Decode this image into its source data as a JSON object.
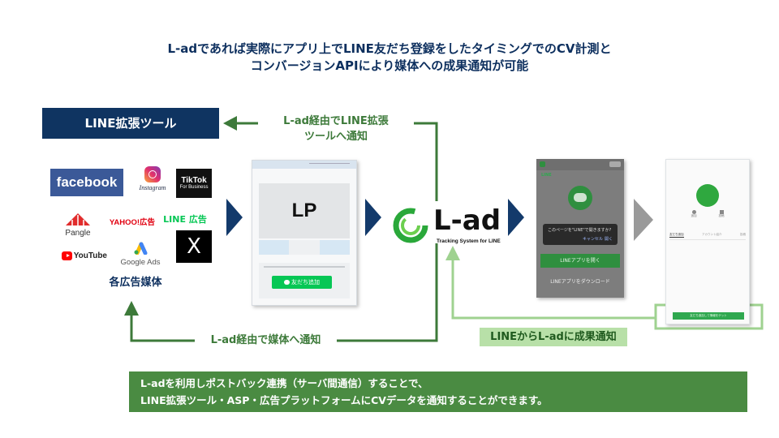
{
  "headline": {
    "line1": "L-adであれば実際にアプリ上でLINE友だち登録をしたタイミングでのCV計測と",
    "line2": "コンバージョンAPIにより媒体への成果通知が可能"
  },
  "line_tool_label": "LINE拡張ツール",
  "notify_line_tool": {
    "line1": "L-ad経由でLINE拡張",
    "line2": "ツールへ通知"
  },
  "media": {
    "facebook": "facebook",
    "instagram": "Instagram",
    "tiktok_line1": "TikTok",
    "tiktok_line2": "For Business",
    "pangle": "Pangle",
    "yahoo": "YAHOO!広告",
    "line_ad": "LINE 広告",
    "x": "X",
    "youtube": "YouTube",
    "google_ads": "Google Ads",
    "caption": "各広告媒体"
  },
  "lp": {
    "label": "LP",
    "button": "友だち追加"
  },
  "lad_logo": {
    "name": "L-ad",
    "tagline": "Tracking System for LINE"
  },
  "phone1": {
    "app": "LINE",
    "dialog": "このページを\"LINE\"で開きますか?",
    "cancel": "キャンセル",
    "open": "開く",
    "open_app": "LINEアプリを開く",
    "download": "LINEアプリをダウンロード"
  },
  "phone2": {
    "tab1": "友だち追加",
    "tab2": "アカウント紹介",
    "tab3": "投稿",
    "action_left": "追加",
    "action_right": "投稿",
    "button": "友だち追加して情報をゲット"
  },
  "notify_media": "L-ad経由で媒体へ通知",
  "line_to_lad": "LINEからL-adに成果通知",
  "bottom_text": {
    "line1": "L-adを利用しポストバック連携（サーバ間通信）することで、",
    "line2": "LINE拡張ツール・ASP・広告プラットフォームにCVデータを通知することができます。"
  },
  "colors": {
    "navy": "#0f3461",
    "green_dark": "#3d7a3a",
    "green_light": "#9fd290",
    "line_green": "#06c755",
    "chevron": "#133a6b"
  }
}
